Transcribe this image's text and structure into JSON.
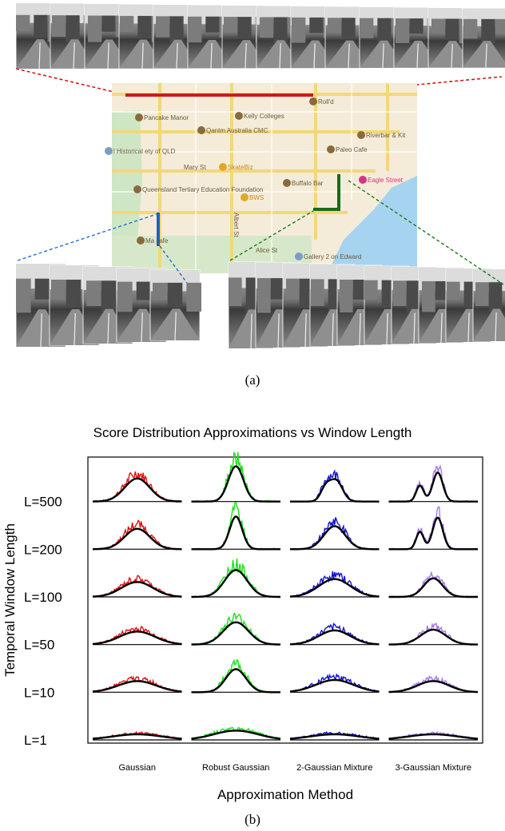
{
  "figure_a": {
    "caption": "(a)",
    "map": {
      "places": [
        {
          "name": "Pancake Manor",
          "kind": "food"
        },
        {
          "name": "Kelly Colleges",
          "kind": "school"
        },
        {
          "name": "Roll'd",
          "kind": "food"
        },
        {
          "name": "Qantm Australia CMC",
          "kind": "school"
        },
        {
          "name": "Riverbar & Kit",
          "kind": "food"
        },
        {
          "name": "l Historical ety of QLD",
          "kind": "place"
        },
        {
          "name": "Paleo Cafe",
          "kind": "food"
        },
        {
          "name": "SkateBiz",
          "kind": "shop"
        },
        {
          "name": "Mary St",
          "kind": "street"
        },
        {
          "name": "Buffalo Bar",
          "kind": "food"
        },
        {
          "name": "Eagle Street",
          "kind": "pink"
        },
        {
          "name": "Queensland Tertiary Education Foundation",
          "kind": "school"
        },
        {
          "name": "BWS",
          "kind": "shop"
        },
        {
          "name": "Albert St",
          "kind": "street"
        },
        {
          "name": "Ma cafe",
          "kind": "food"
        },
        {
          "name": "Alice St",
          "kind": "street"
        },
        {
          "name": "Gallery 2 on Edward",
          "kind": "place"
        }
      ],
      "route_colors": {
        "top": "#c81b1b",
        "left": "#1f5fc8",
        "right": "#1a6a1a"
      }
    }
  },
  "chart_title": "Score Distribution Approximations vs Window Length",
  "caption_b": "(b)",
  "chart_data": {
    "type": "line",
    "title": "Score Distribution Approximations vs Window Length",
    "xlabel": "Approximation Method",
    "ylabel": "Temporal Window Length",
    "methods": [
      "Gaussian",
      "Robust Gaussian",
      "2-Gaussian Mixture",
      "3-Gaussian Mixture"
    ],
    "method_colors": [
      "#e01010",
      "#18e018",
      "#1010d0",
      "#a37ae8"
    ],
    "window_lengths": [
      "L=500",
      "L=200",
      "L=100",
      "L=50",
      "L=10",
      "L=1"
    ],
    "fit_color": "#000000",
    "fit_peak_heights": [
      [
        0.62,
        0.95,
        0.55,
        0.78
      ],
      [
        0.55,
        0.88,
        0.62,
        0.85
      ],
      [
        0.4,
        0.72,
        0.48,
        0.5
      ],
      [
        0.35,
        0.6,
        0.38,
        0.4
      ],
      [
        0.3,
        0.62,
        0.33,
        0.3
      ],
      [
        0.15,
        0.25,
        0.15,
        0.15
      ]
    ],
    "fit_peak_widths": [
      [
        0.2,
        0.12,
        0.1,
        0.08
      ],
      [
        0.2,
        0.1,
        0.17,
        0.08
      ],
      [
        0.25,
        0.18,
        0.25,
        0.15
      ],
      [
        0.28,
        0.2,
        0.25,
        0.2
      ],
      [
        0.3,
        0.16,
        0.3,
        0.25
      ],
      [
        0.4,
        0.35,
        0.4,
        0.4
      ]
    ]
  }
}
